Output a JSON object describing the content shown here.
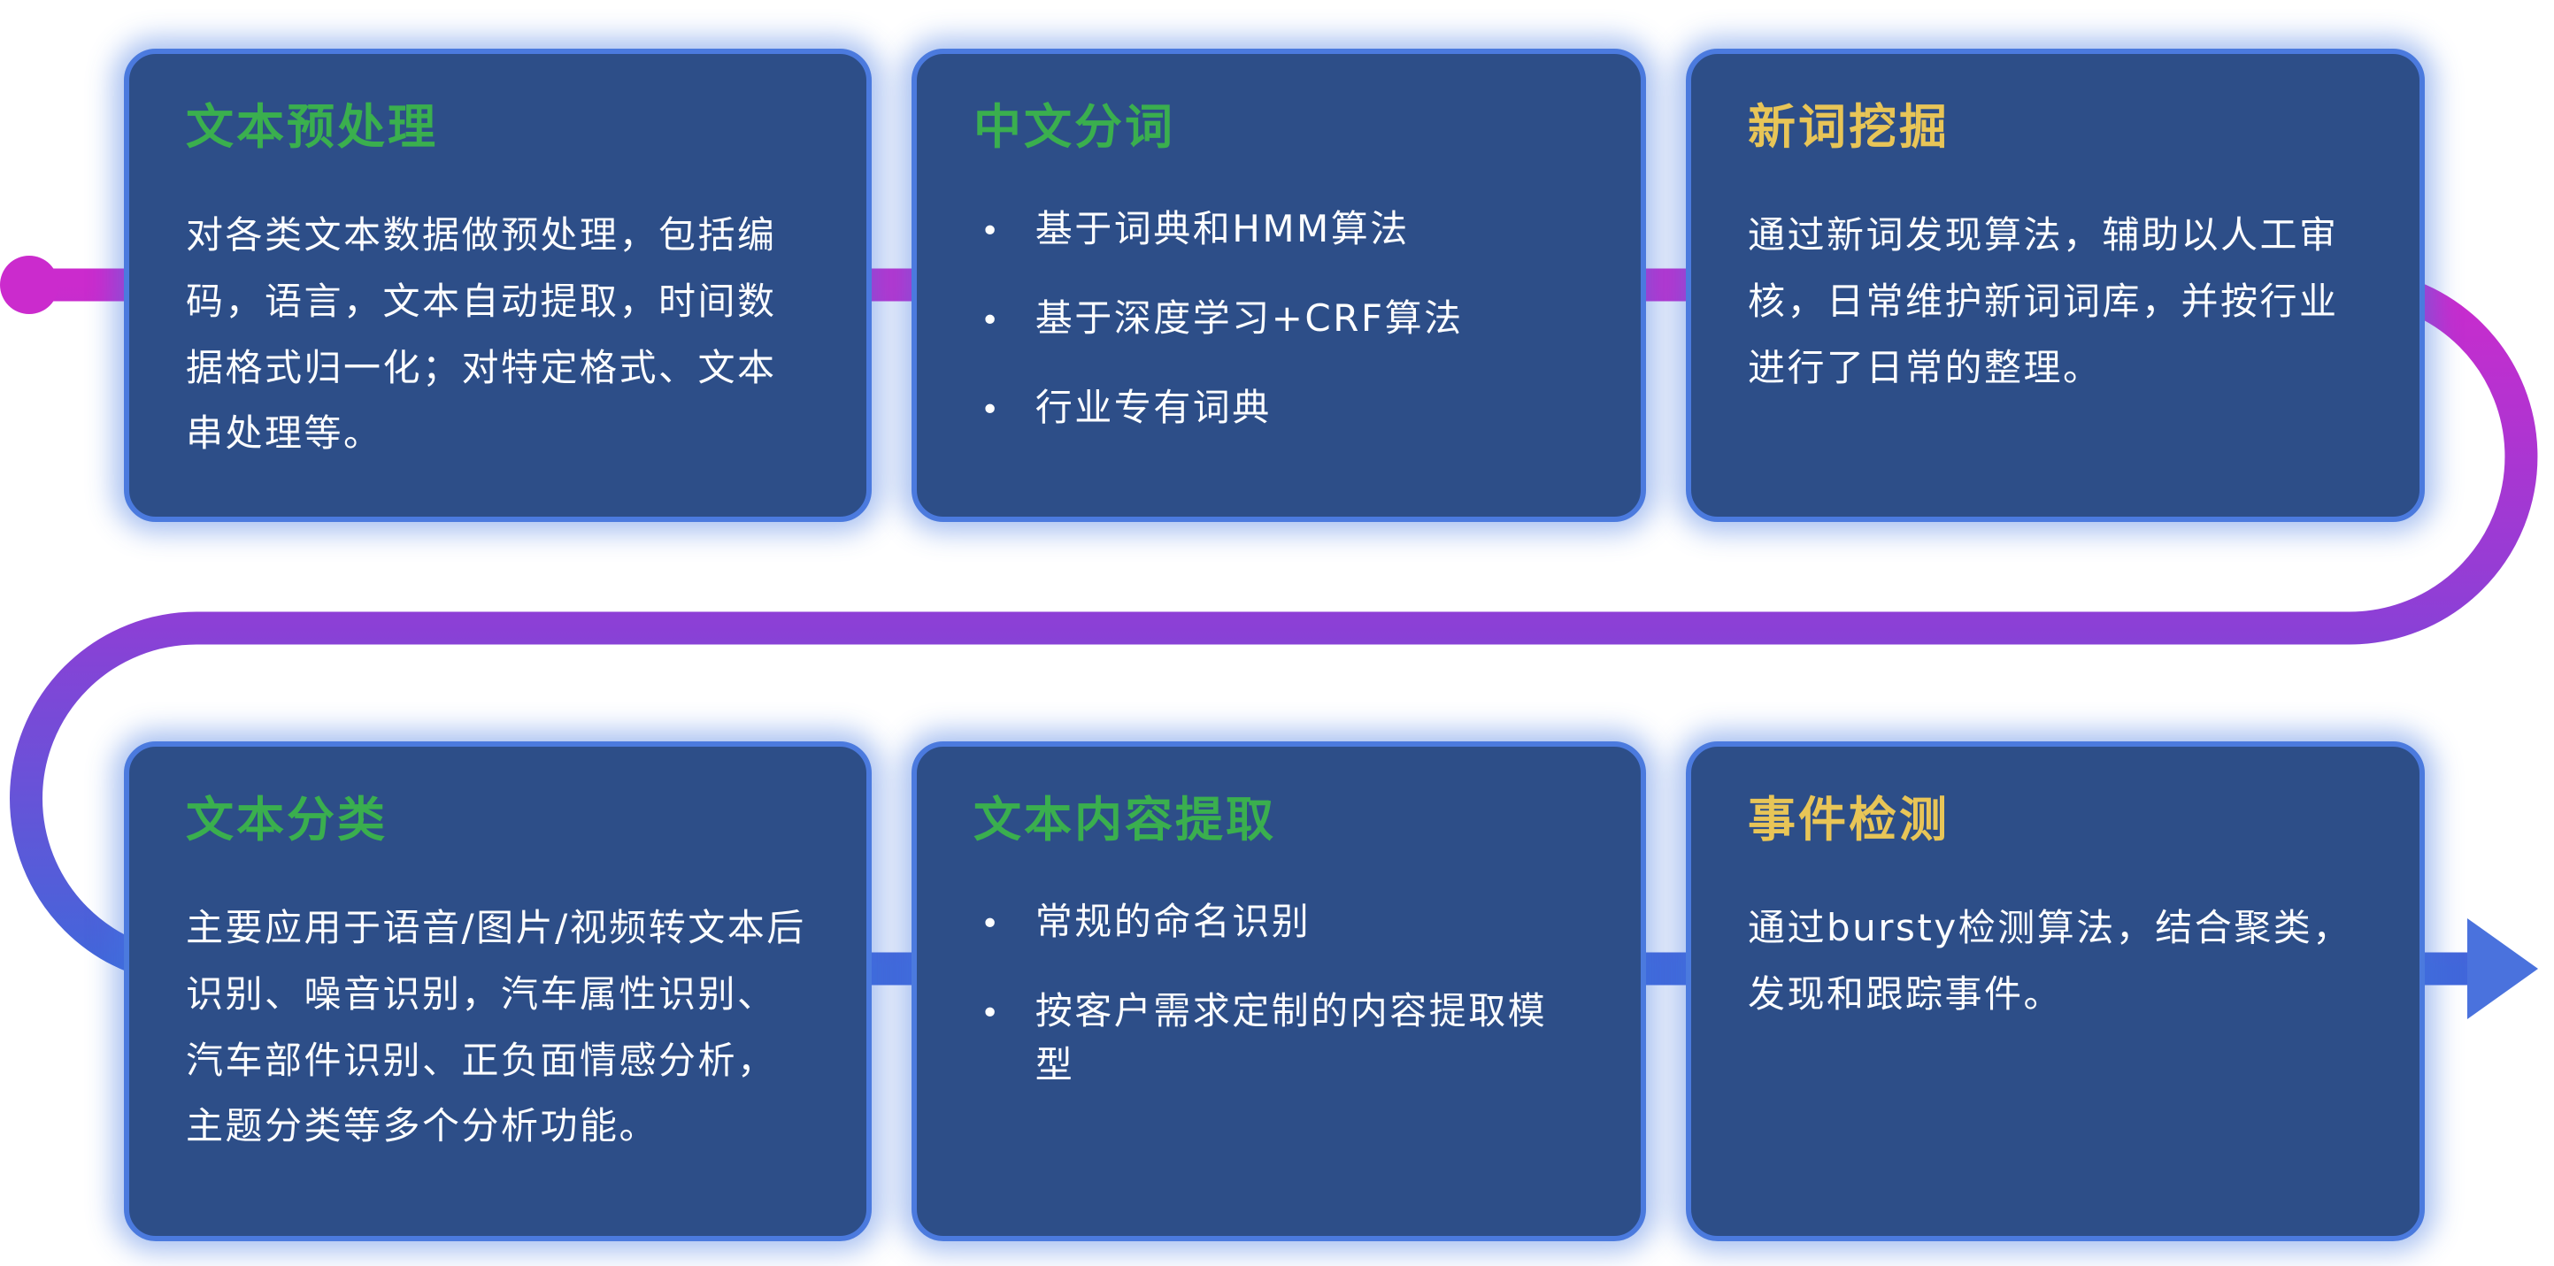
{
  "flow": {
    "description": "S-shaped process flow line running behind the cards",
    "gradient_colors": {
      "start": "#cb2bcd",
      "middle": "#8b40d6",
      "end": "#4167da"
    },
    "dot_color": "#cb2bcd",
    "arrow_color": "#4a72dd"
  },
  "cards": [
    {
      "title": "文本预处理",
      "title_color": "#3aaf4e",
      "body": "对各类文本数据做预处理，包括编码，语言，文本自动提取，时间数据格式归一化；对特定格式、文本串处理等。"
    },
    {
      "title": "中文分词",
      "title_color": "#3aaf4e",
      "bullets": [
        "基于词典和HMM算法",
        "基于深度学习+CRF算法",
        "行业专有词典"
      ]
    },
    {
      "title": "新词挖掘",
      "title_color": "#e8c557",
      "body": "通过新词发现算法，辅助以人工审核，日常维护新词词库，并按行业进行了日常的整理。"
    },
    {
      "title": "文本分类",
      "title_color": "#3aaf4e",
      "body": "主要应用于语音/图片/视频转文本后识别、噪音识别，汽车属性识别、汽车部件识别、正负面情感分析，主题分类等多个分析功能。"
    },
    {
      "title": "文本内容提取",
      "title_color": "#3aaf4e",
      "bullets": [
        "常规的命名识别",
        "按客户需求定制的内容提取模型"
      ]
    },
    {
      "title": "事件检测",
      "title_color": "#e8c557",
      "body": "通过bursty检测算法，结合聚类，发现和跟踪事件。"
    }
  ]
}
